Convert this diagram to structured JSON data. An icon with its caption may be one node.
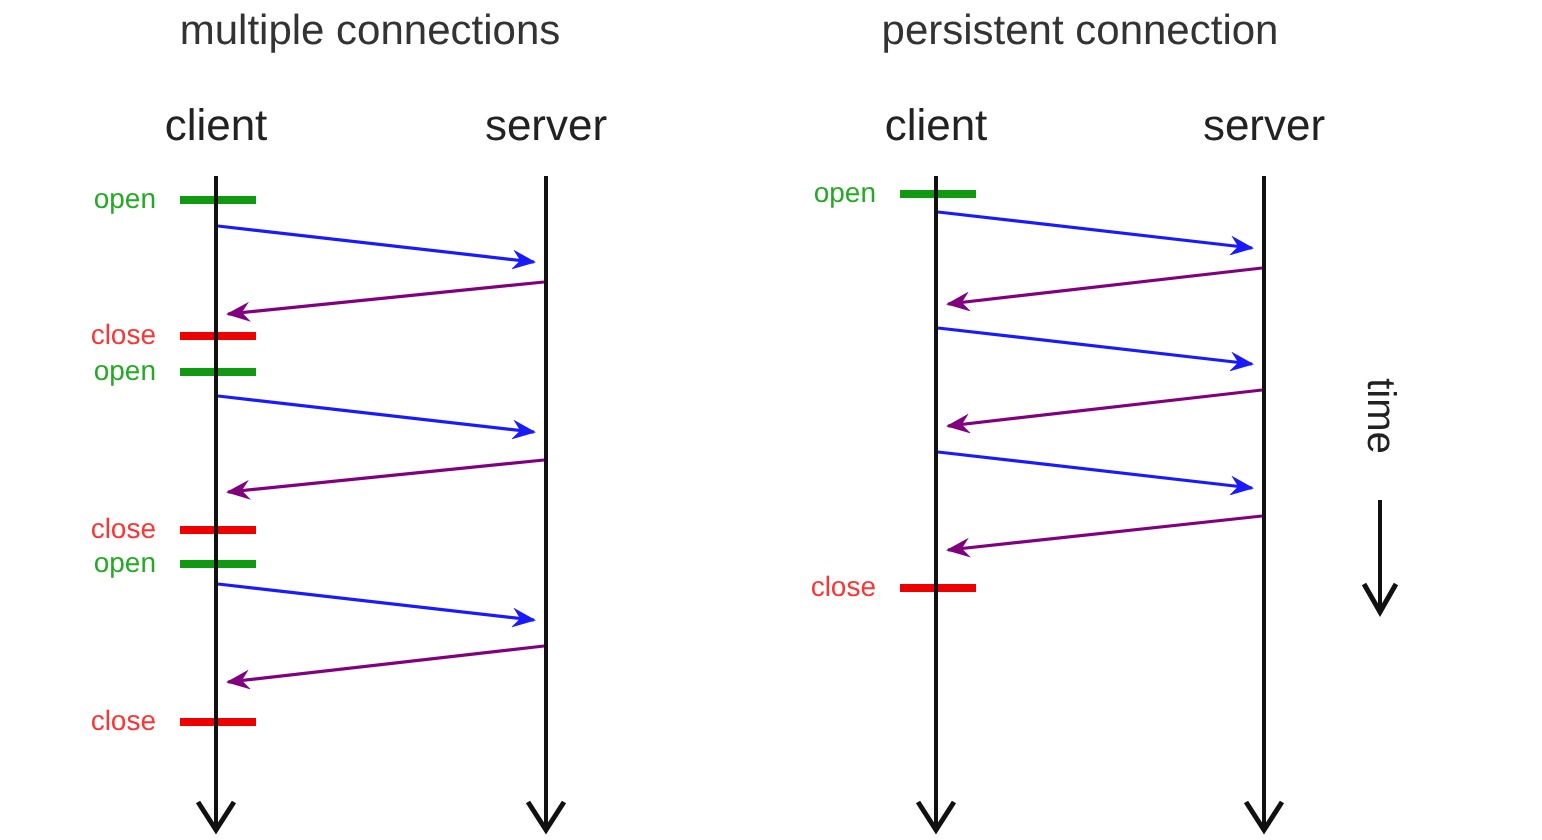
{
  "diagram": {
    "nodes": [
      {
        "text": [
          "client"
        ]
      },
      {
        "text": [
          "server"
        ]
      },
      {
        "text": [
          "client"
        ]
      },
      {
        "text": [
          "server"
        ]
      }
    ],
    "edges": [
      {
        "from": 0,
        "to": 1,
        "arrow": "to",
        "color": "#1a1aff"
      },
      {
        "from": 1,
        "to": 0,
        "arrow": "to",
        "color": "#800080"
      },
      {
        "from": 0,
        "to": 1,
        "arrow": "to",
        "color": "#1a1aff"
      },
      {
        "from": 1,
        "to": 0,
        "arrow": "to",
        "color": "#800080"
      },
      {
        "from": 0,
        "to": 1,
        "arrow": "to",
        "color": "#1a1aff"
      },
      {
        "from": 1,
        "to": 0,
        "arrow": "to",
        "color": "#800080"
      },
      {
        "from": 2,
        "to": 3,
        "arrow": "to",
        "color": "#1a1aff"
      },
      {
        "from": 3,
        "to": 2,
        "arrow": "to",
        "color": "#800080"
      },
      {
        "from": 2,
        "to": 3,
        "arrow": "to",
        "color": "#1a1aff"
      },
      {
        "from": 3,
        "to": 2,
        "arrow": "to",
        "color": "#800080"
      },
      {
        "from": 2,
        "to": 3,
        "arrow": "to",
        "color": "#1a1aff"
      },
      {
        "from": 3,
        "to": 2,
        "arrow": "to",
        "color": "#800080"
      }
    ],
    "labels": [
      "multiple connections",
      "persistent connection",
      "open",
      "close",
      "open",
      "close",
      "open",
      "close",
      "open",
      "close",
      "time"
    ]
  }
}
